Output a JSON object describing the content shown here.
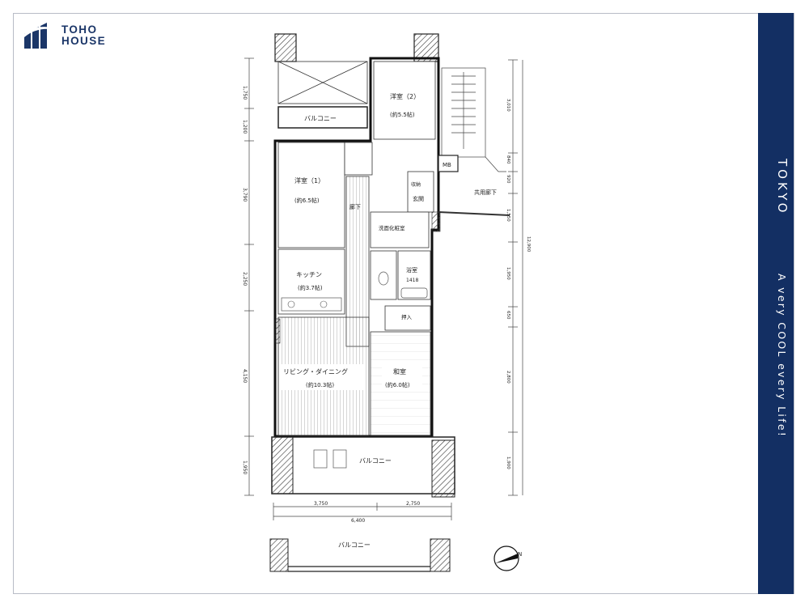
{
  "brand": {
    "line1": "TOHO",
    "line2": "HOUSE",
    "logo_icon": "stylized-tower-icon",
    "color": "#1b3668"
  },
  "sidebar": {
    "city": "TOKYO",
    "slogan": "A very COOL every Life!",
    "background": "#132f63"
  },
  "floorplan": {
    "rooms": {
      "western2": "洋室（2）",
      "western2_size": "(約5.5帖)",
      "western1": "洋室（1）",
      "western1_size": "(約6.5帖)",
      "kitchen": "キッチン",
      "kitchen_size": "(約3.7帖)",
      "living": "リビング・ダイニング",
      "living_size": "(約10.3帖)",
      "japanese": "和室",
      "japanese_size": "(約6.0帖)",
      "bath": "浴室",
      "bath_size": "1418",
      "washroom": "洗面化粧室",
      "entrance": "玄関",
      "hall": "廊下",
      "shared_corridor": "共用廊下",
      "closet": "押入",
      "storage": "収納"
    },
    "balconies": {
      "top": "バルコニー",
      "bottom": "バルコニー",
      "separate": "バルコニー"
    },
    "dims_left": [
      "1,750",
      "1,200",
      "3,790",
      "2,250",
      "4,150",
      "1,950"
    ],
    "dims_right": [
      "3,010",
      "840",
      "920",
      "1,550",
      "1,950",
      "650",
      "2,800",
      "1,900"
    ],
    "dim_total_right": "12,900",
    "dims_bottom": [
      "3,750",
      "2,750"
    ],
    "dim_total_bottom": "6,400",
    "meter_box": "MB",
    "north_mark": "N"
  }
}
